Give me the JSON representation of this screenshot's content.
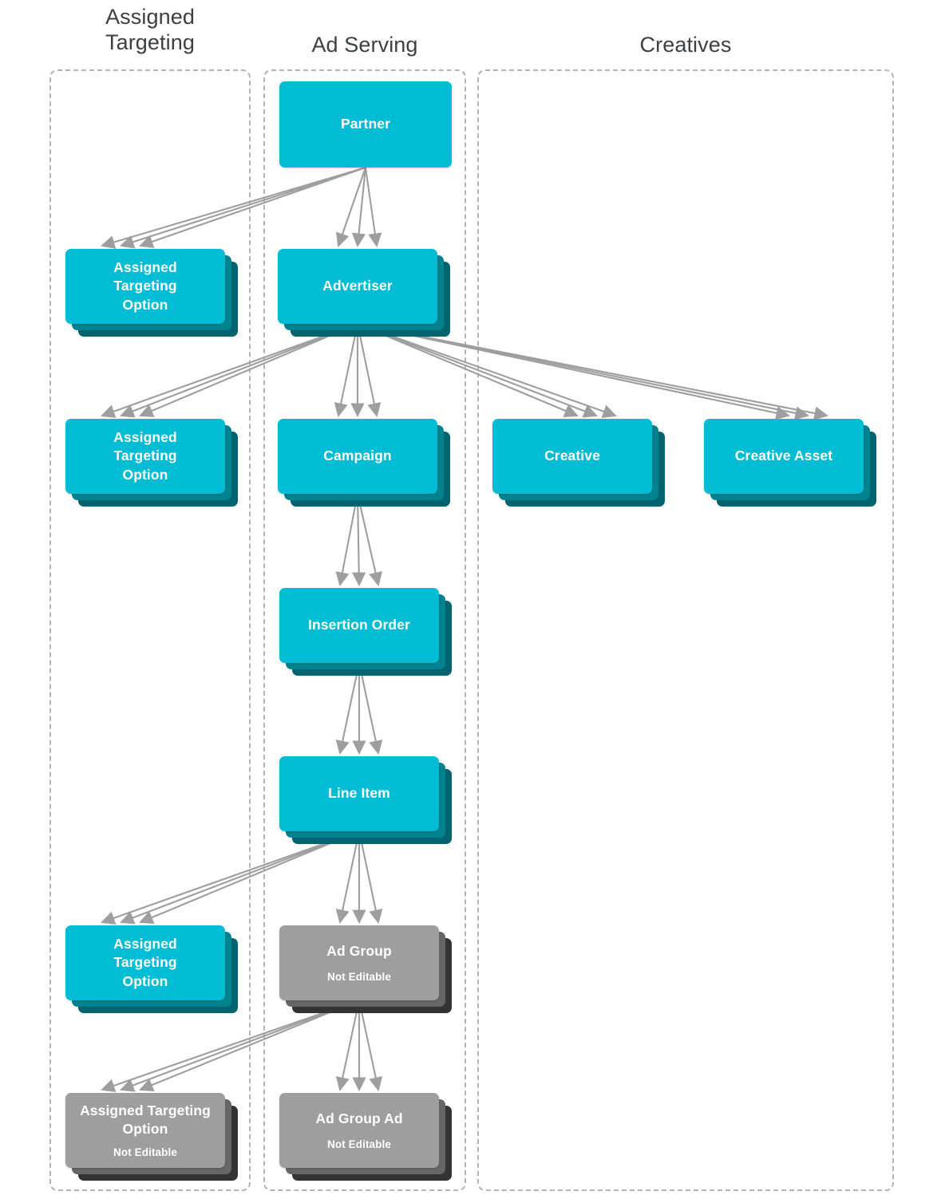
{
  "columns": [
    {
      "id": "assigned-targeting",
      "label": "Assigned\nTargeting",
      "label_line1": "Assigned",
      "label_line2": "Targeting"
    },
    {
      "id": "ad-serving",
      "label": "Ad Serving"
    },
    {
      "id": "creatives",
      "label": "Creatives"
    }
  ],
  "colors": {
    "node_fill": "#00bcd4",
    "node_shadow_mid": "#00838f",
    "node_shadow_dark": "#00646e",
    "node_disabled_fill": "#9e9e9e",
    "node_disabled_shadow_mid": "#666666",
    "node_disabled_shadow_dark": "#333333",
    "arrow": "#9e9e9e",
    "lane_border": "#b0b4b8",
    "header_text": "#3c4043",
    "node_text": "#ffffff",
    "background": "#ffffff"
  },
  "not_editable_label": "Not Editable",
  "nodes": [
    {
      "id": "partner",
      "label": "Partner",
      "column": "ad-serving",
      "stacked": false,
      "editable": true,
      "sub": ""
    },
    {
      "id": "ato-partner",
      "label": "Assigned Targeting Option",
      "column": "assigned-targeting",
      "stacked": true,
      "editable": true,
      "sub": ""
    },
    {
      "id": "advertiser",
      "label": "Advertiser",
      "column": "ad-serving",
      "stacked": true,
      "editable": true,
      "sub": ""
    },
    {
      "id": "ato-advertiser",
      "label": "Assigned Targeting Option",
      "column": "assigned-targeting",
      "stacked": true,
      "editable": true,
      "sub": ""
    },
    {
      "id": "campaign",
      "label": "Campaign",
      "column": "ad-serving",
      "stacked": true,
      "editable": true,
      "sub": ""
    },
    {
      "id": "creative",
      "label": "Creative",
      "column": "creatives",
      "stacked": true,
      "editable": true,
      "sub": ""
    },
    {
      "id": "creative-asset",
      "label": "Creative Asset",
      "column": "creatives",
      "stacked": true,
      "editable": true,
      "sub": ""
    },
    {
      "id": "insertion-order",
      "label": "Insertion Order",
      "column": "ad-serving",
      "stacked": true,
      "editable": true,
      "sub": ""
    },
    {
      "id": "line-item",
      "label": "Line Item",
      "column": "ad-serving",
      "stacked": true,
      "editable": true,
      "sub": ""
    },
    {
      "id": "ato-line-item",
      "label": "Assigned Targeting Option",
      "column": "assigned-targeting",
      "stacked": true,
      "editable": true,
      "sub": ""
    },
    {
      "id": "ad-group",
      "label": "Ad Group",
      "column": "ad-serving",
      "stacked": true,
      "editable": false,
      "sub": "Not Editable"
    },
    {
      "id": "ato-ad-group",
      "label": "Assigned Targeting Option",
      "column": "assigned-targeting",
      "stacked": true,
      "editable": false,
      "sub": "Not Editable"
    },
    {
      "id": "ad-group-ad",
      "label": "Ad Group Ad",
      "column": "ad-serving",
      "stacked": true,
      "editable": false,
      "sub": "Not Editable"
    }
  ],
  "edges": [
    {
      "from": "partner",
      "to": "ato-partner",
      "multiplicity": 3
    },
    {
      "from": "partner",
      "to": "advertiser",
      "multiplicity": 3
    },
    {
      "from": "advertiser",
      "to": "ato-advertiser",
      "multiplicity": 3
    },
    {
      "from": "advertiser",
      "to": "campaign",
      "multiplicity": 3
    },
    {
      "from": "advertiser",
      "to": "creative",
      "multiplicity": 3
    },
    {
      "from": "advertiser",
      "to": "creative-asset",
      "multiplicity": 3
    },
    {
      "from": "campaign",
      "to": "insertion-order",
      "multiplicity": 3
    },
    {
      "from": "insertion-order",
      "to": "line-item",
      "multiplicity": 3
    },
    {
      "from": "line-item",
      "to": "ato-line-item",
      "multiplicity": 3
    },
    {
      "from": "line-item",
      "to": "ad-group",
      "multiplicity": 3
    },
    {
      "from": "ad-group",
      "to": "ato-ad-group",
      "multiplicity": 3
    },
    {
      "from": "ad-group",
      "to": "ad-group-ad",
      "multiplicity": 3
    }
  ]
}
